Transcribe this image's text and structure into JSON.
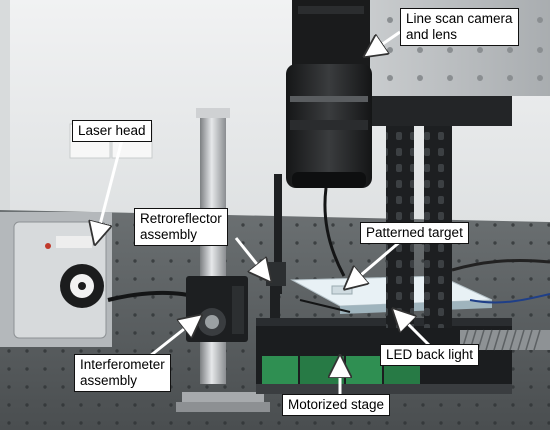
{
  "colors": {
    "wall": "#e9ebec",
    "table": "#5a5f61",
    "rail_black": "#1d1f21",
    "led_panel": "#dfe9ee",
    "stage_green": "#2f8f52",
    "arrow": "#ffffff"
  },
  "annotations": {
    "line_scan_camera": {
      "line1": "Line scan camera",
      "line2": "and lens"
    },
    "laser_head": "Laser head",
    "retroreflector": {
      "line1": "Retroreflector",
      "line2": "assembly"
    },
    "patterned_target": "Patterned target",
    "led_back_light": "LED back light",
    "interferometer": {
      "line1": "Interferometer",
      "line2": "assembly"
    },
    "motorized_stage": "Motorized stage"
  }
}
